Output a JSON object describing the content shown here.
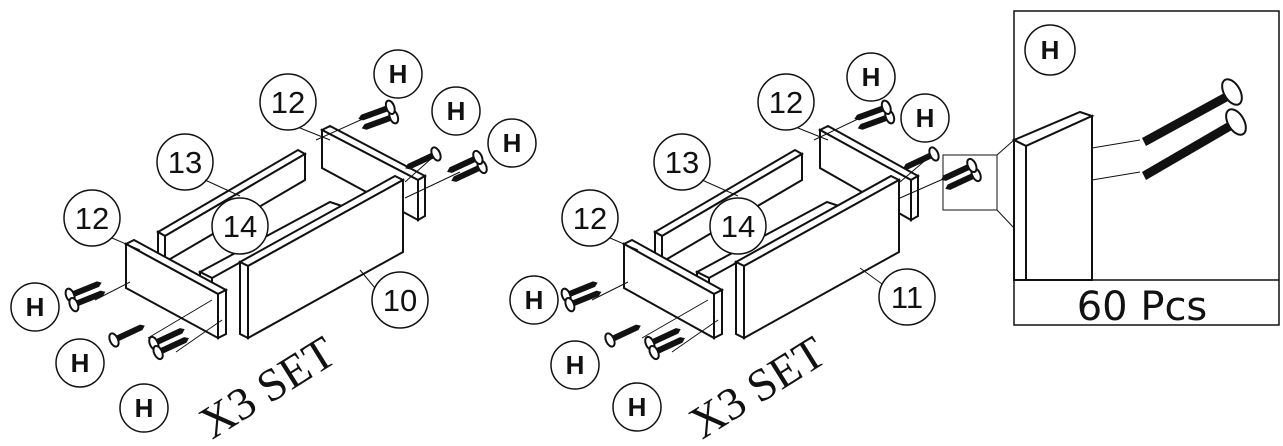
{
  "left_assembly": {
    "parts": {
      "side_left": "12",
      "side_right": "12",
      "back": "13",
      "bottom": "14",
      "front": "10"
    },
    "screw_label": "H",
    "multiplier": "X3 SET"
  },
  "right_assembly": {
    "parts": {
      "side_left": "12",
      "side_right": "12",
      "back": "13",
      "bottom": "14",
      "front": "11"
    },
    "screw_label": "H",
    "multiplier": "X3 SET"
  },
  "detail_box": {
    "part_label": "H",
    "quantity": "60 Pcs"
  }
}
